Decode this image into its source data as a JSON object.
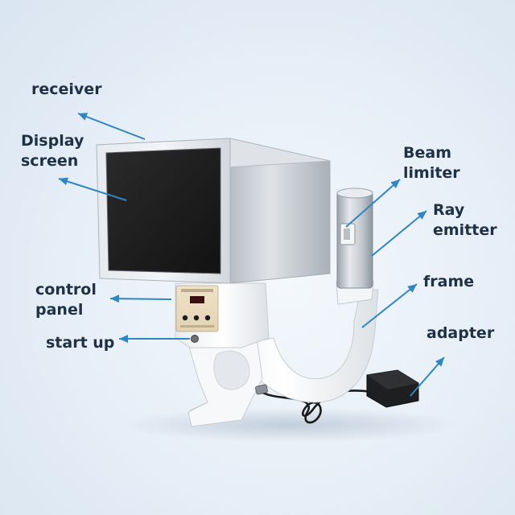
{
  "colors": {
    "arrow": "#2f86c4",
    "text": "#1f3147",
    "background": "#e9f0f7",
    "device_white": "#f4f6f8",
    "device_silver": "#c9ced4",
    "screen": "#1c1c1c"
  },
  "labels": {
    "receiver": "receiver",
    "display_screen": [
      "Display",
      "screen"
    ],
    "control_panel": [
      "control",
      "panel"
    ],
    "start_up": "start up",
    "beam_limiter": [
      "Beam",
      "limiter"
    ],
    "ray_emitter": [
      "Ray",
      "emitter"
    ],
    "frame": "frame",
    "adapter": "adapter"
  }
}
